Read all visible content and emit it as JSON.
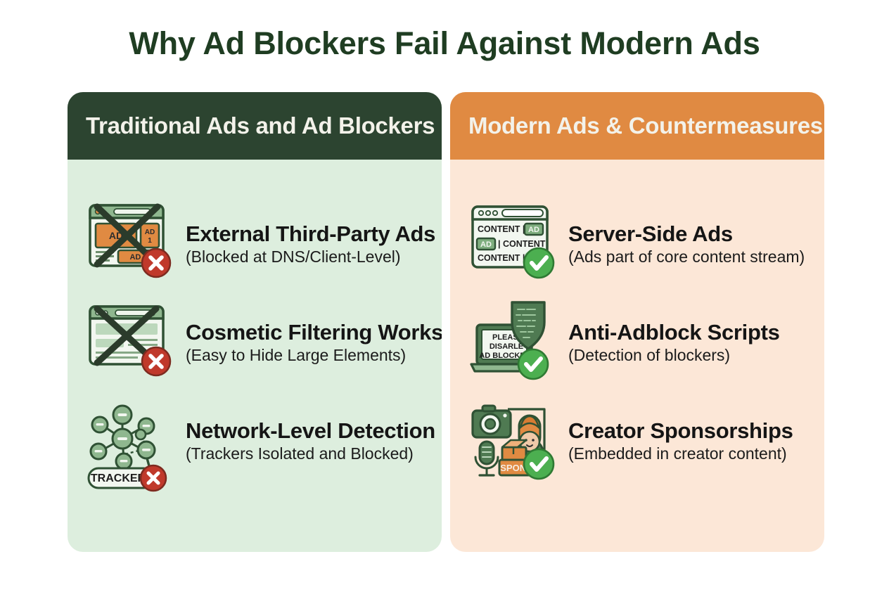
{
  "title": "Why Ad Blockers Fail Against Modern Ads",
  "colors": {
    "page_background": "#ffffff",
    "title_text": "#1f3d22",
    "left_header_bg": "#2c4430",
    "left_panel_bg": "#ddeede",
    "right_header_bg": "#e08a42",
    "right_panel_bg": "#fce7d7",
    "header_text": "#f3f2ea",
    "body_text": "#151515",
    "icon_green": "#4f7a52",
    "icon_green_fill": "#8fb78f",
    "icon_orange": "#e08a42",
    "badge_red": "#c0392b",
    "badge_green": "#4caf50"
  },
  "left_panel": {
    "header": "Traditional Ads and Ad Blockers",
    "items": [
      {
        "title": "External Third-Party Ads",
        "subtitle": "(Blocked at DNS/Client-Level)",
        "icon": "browser-ads-blocked-icon",
        "badge": "red-cross-badge",
        "icon_labels": [
          "AD",
          "AD 1",
          "AD 2"
        ]
      },
      {
        "title": "Cosmetic Filtering Works",
        "subtitle": "(Easy to Hide Large Elements)",
        "icon": "browser-layout-crossed-icon",
        "badge": "red-cross-badge",
        "icon_labels": []
      },
      {
        "title": "Network-Level Detection",
        "subtitle": "(Trackers Isolated and Blocked)",
        "icon": "network-nodes-icon",
        "badge": "red-cross-badge",
        "icon_labels": [
          "TRACKER"
        ]
      }
    ]
  },
  "right_panel": {
    "header": "Modern Ads & Countermeasures",
    "items": [
      {
        "title": "Server-Side Ads",
        "subtitle": "(Ads part of core content stream)",
        "icon": "browser-content-ad-stream-icon",
        "badge": "green-check-badge",
        "icon_labels": [
          "CONTENT |",
          "AD",
          "AD",
          "| CONTENT",
          "CONTENT |"
        ]
      },
      {
        "title": "Anti-Adblock Scripts",
        "subtitle": "(Detection of blockers)",
        "icon": "laptop-shield-icon",
        "badge": "green-check-badge",
        "icon_labels": [
          "PLEASE",
          "DISARLE",
          "AD BLOCKER"
        ]
      },
      {
        "title": "Creator Sponsorships",
        "subtitle": "(Embedded in creator content)",
        "icon": "creator-camera-mic-icon",
        "badge": "green-check-badge",
        "icon_labels": [
          "SPONS"
        ]
      }
    ]
  }
}
